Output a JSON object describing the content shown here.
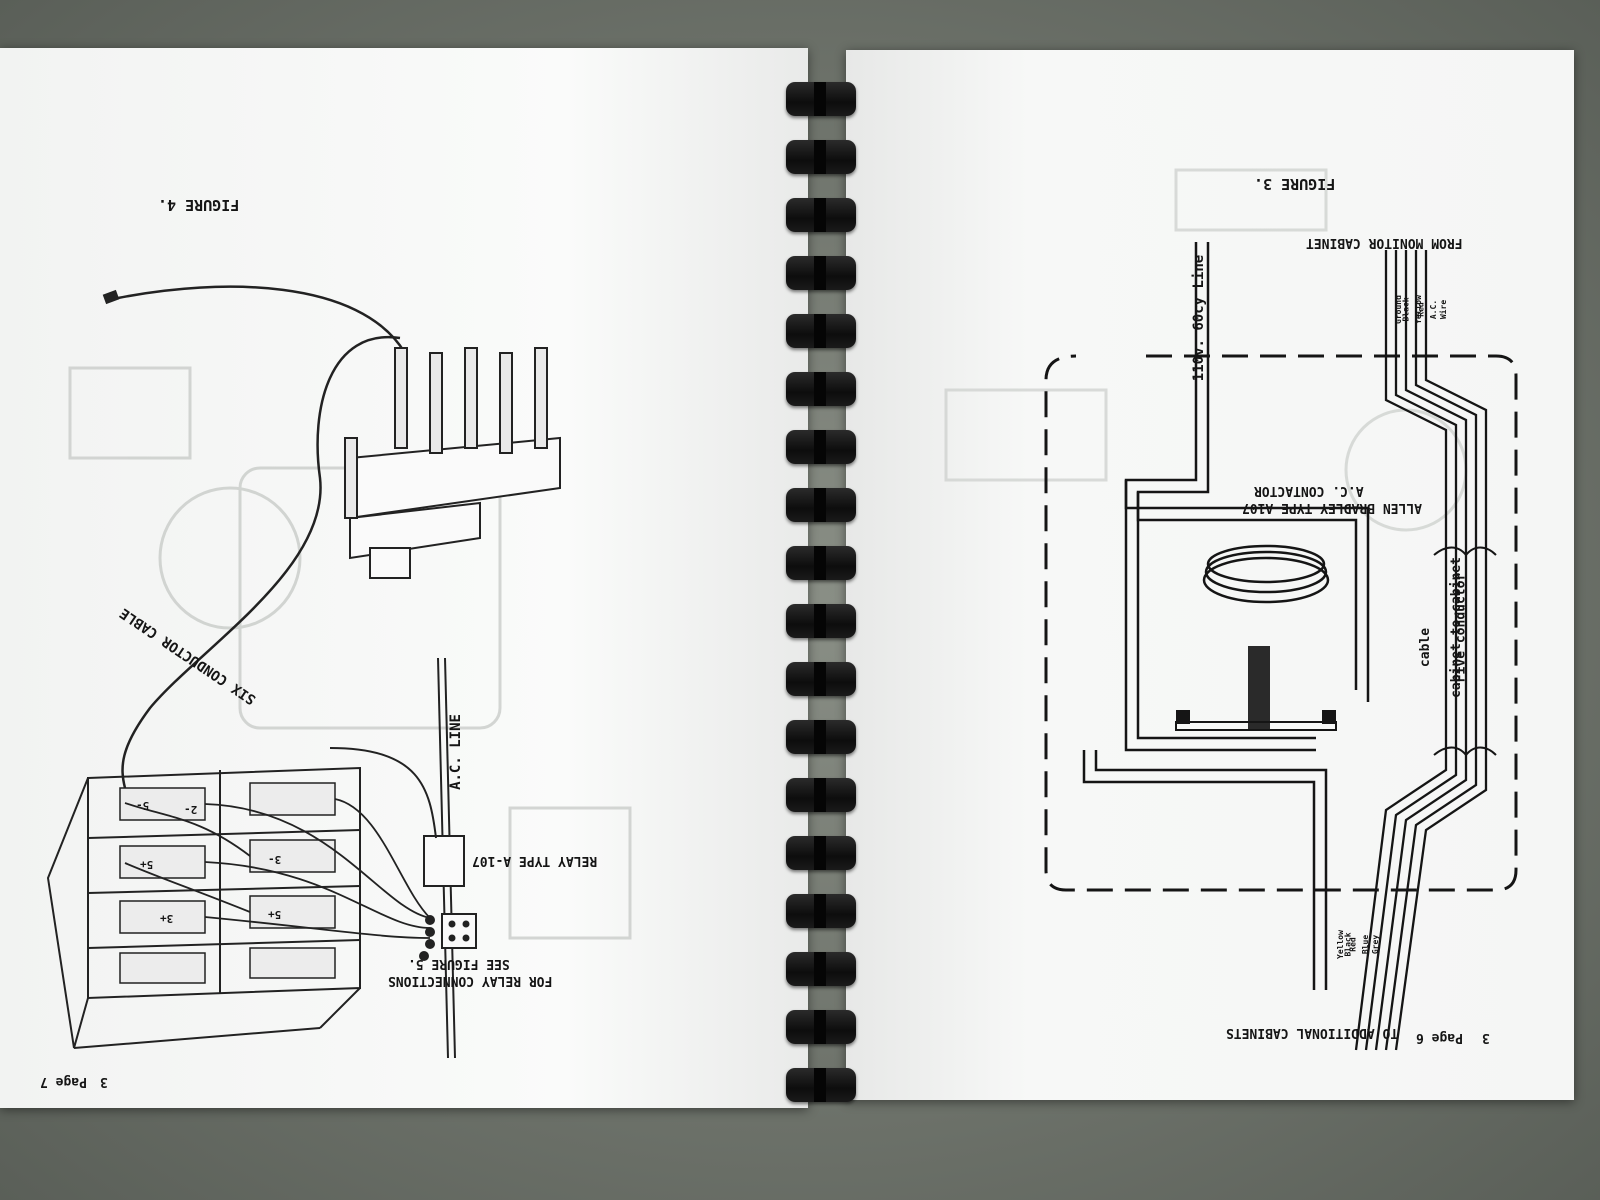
{
  "left_page": {
    "figure_caption": "FIGURE 4.",
    "labels": {
      "six_conductor": "SIX CONDUCTOR CABLE",
      "ac_line": "A.C. LINE",
      "relay_type": "RELAY TYPE A-107",
      "relay_connections_1": "FOR RELAY CONNECTIONS",
      "relay_connections_2": "SEE FIGURE 5.",
      "slot_labels": [
        "2-",
        "5-",
        "5+",
        "3-",
        "3+",
        "5+"
      ]
    },
    "footer_number": "3",
    "footer_page": "Page 7"
  },
  "right_page": {
    "figure_caption": "FIGURE 3.",
    "labels": {
      "from_monitor": "FROM MONITOR CABINET",
      "line": "110v. 60cy Line",
      "contactor_1": "ALLEN BRADLEY TYPE A107",
      "contactor_2": "A.C. CONTACTOR",
      "five_conductor_1": "Five conductor",
      "five_conductor_2": "cabinet to cabinet",
      "five_conductor_3": "cable",
      "to_additional": "TO ADDITIONAL CABINETS",
      "wire_colors_top": [
        "Ground",
        "Black",
        "Yellow",
        "Red",
        "A.C.",
        "Wire"
      ],
      "wire_colors_bottom": [
        "Yellow",
        "Black",
        "Red",
        "Blue",
        "Grey"
      ]
    },
    "footer_number": "3",
    "footer_page": "Page 6"
  },
  "colors": {
    "ink": "#151515",
    "paper": "#f6f7f6",
    "binding": "#111111",
    "background": "#767b72"
  }
}
